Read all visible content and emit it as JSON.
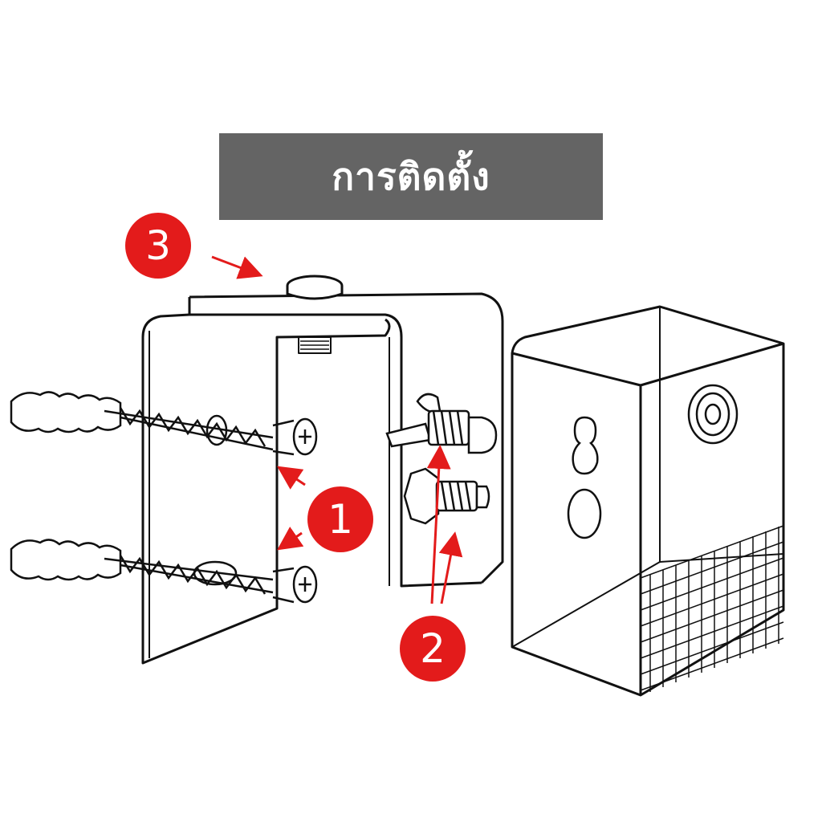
{
  "title": "การติดตั้ง",
  "callouts": {
    "one": "1",
    "two": "2",
    "three": "3"
  },
  "colors": {
    "title_bg": "#646464",
    "callout_red": "#e31b1b",
    "line": "#111111"
  }
}
